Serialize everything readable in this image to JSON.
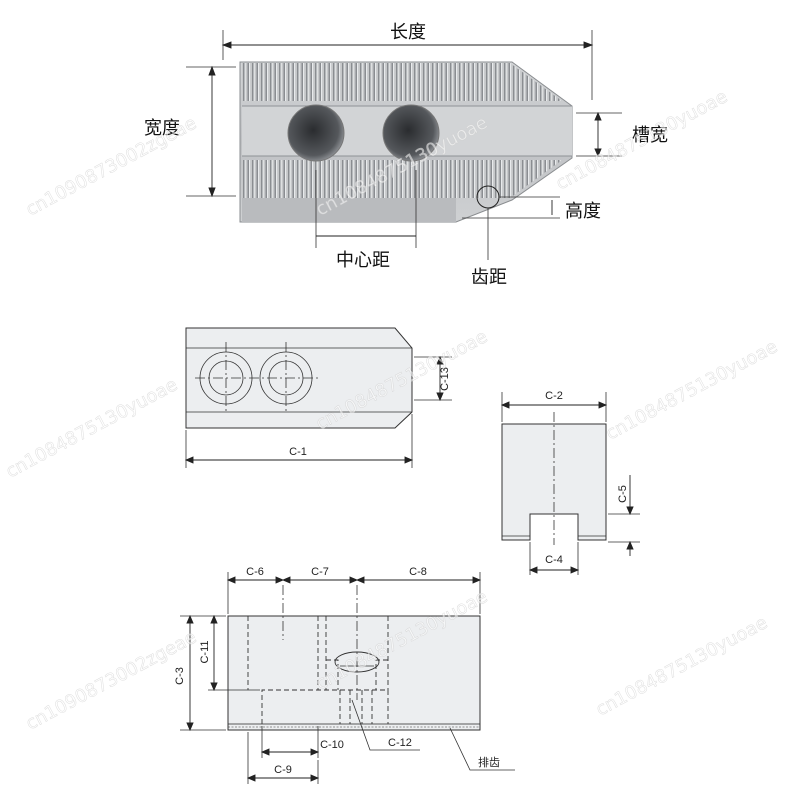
{
  "photo_labels": {
    "length": "长度",
    "width": "宽度",
    "slot_width": "槽宽",
    "height": "高度",
    "center_distance": "中心距",
    "tooth_pitch": "齿距"
  },
  "dims": {
    "c1": "C-1",
    "c2": "C-2",
    "c3": "C-3",
    "c4": "C-4",
    "c5": "C-5",
    "c6": "C-6",
    "c7": "C-7",
    "c8": "C-8",
    "c9": "C-9",
    "c10": "C-10",
    "c11": "C-11",
    "c12": "C-12",
    "c13": "C-13"
  },
  "side_label": "排齿",
  "watermarks": [
    "cn1090873002zgeae",
    "cn1084875130yuoae"
  ],
  "colors": {
    "metal": "#c9cbcd",
    "metal_dark": "#7d8084",
    "line": "#222222"
  }
}
